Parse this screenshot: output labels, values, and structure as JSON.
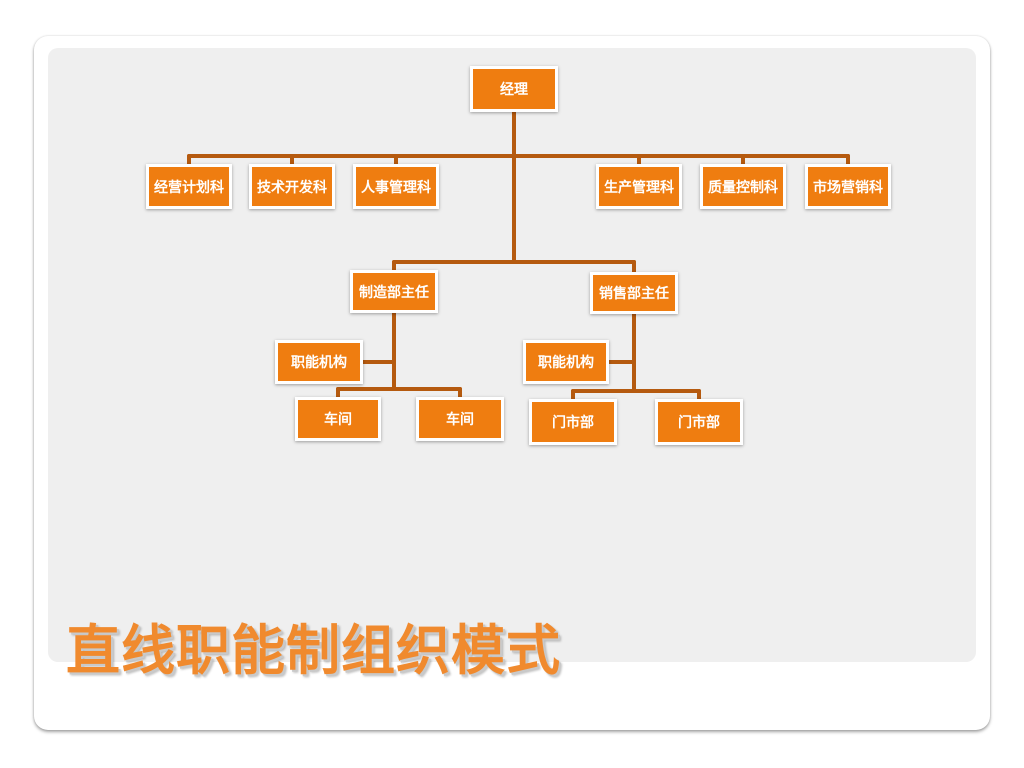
{
  "colors": {
    "node": "#ef7d10",
    "line": "#b55a0f",
    "title": "#f08a2e",
    "panel": "#efefef"
  },
  "chart": {
    "root": "经理",
    "staff_departments": [
      "经营计划科",
      "技术开发科",
      "人事管理科",
      "生产管理科",
      "质量控制科",
      "市场营销科"
    ],
    "manufacturing": {
      "head": "制造部主任",
      "function": "职能机构",
      "units": [
        "车间",
        "车间"
      ]
    },
    "sales": {
      "head": "销售部主任",
      "function": "职能机构",
      "units": [
        "门市部",
        "门市部"
      ]
    }
  },
  "title": "直线职能制组织模式"
}
